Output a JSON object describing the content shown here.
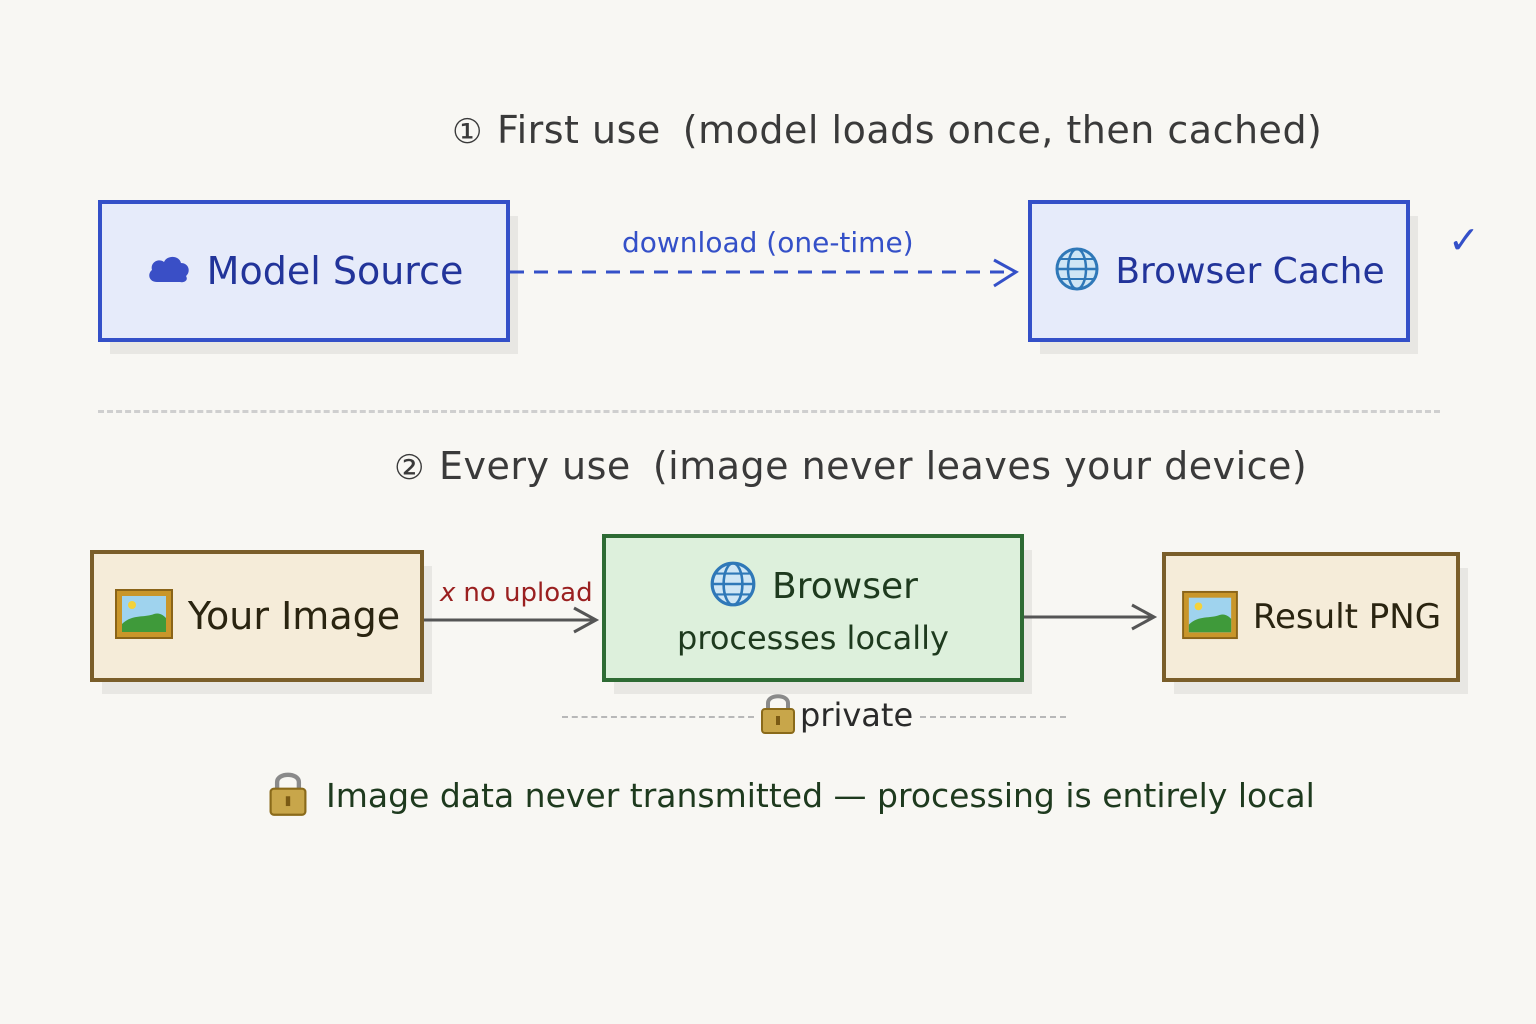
{
  "section1": {
    "number": "①",
    "title": "First use",
    "subtitle": "(model loads once, then cached)"
  },
  "section2": {
    "number": "②",
    "title": "Every use",
    "subtitle": "(image never leaves your device)"
  },
  "nodes": {
    "model_source": {
      "label": "Model Source",
      "icon": "cloud-icon"
    },
    "browser_cache": {
      "label": "Browser Cache",
      "icon": "globe-icon"
    },
    "your_image": {
      "label": "Your Image",
      "icon": "image-icon"
    },
    "browser": {
      "line1": "Browser",
      "line2": "processes locally",
      "icon": "globe-icon"
    },
    "result_png": {
      "label": "Result PNG",
      "icon": "image-icon"
    }
  },
  "edges": {
    "download": {
      "label": "download (one-time)"
    },
    "no_upload": {
      "mark": "x",
      "label": "no upload"
    },
    "to_result": {
      "label": ""
    }
  },
  "cached_check": "✓",
  "private_label": "private",
  "footer": "Image data never transmitted — processing is entirely local",
  "colors": {
    "blue": "#3450c8",
    "tan": "#7a5e2a",
    "green": "#2e6b34",
    "red_mark": "#9a2020",
    "arrow_gray": "#555555"
  }
}
